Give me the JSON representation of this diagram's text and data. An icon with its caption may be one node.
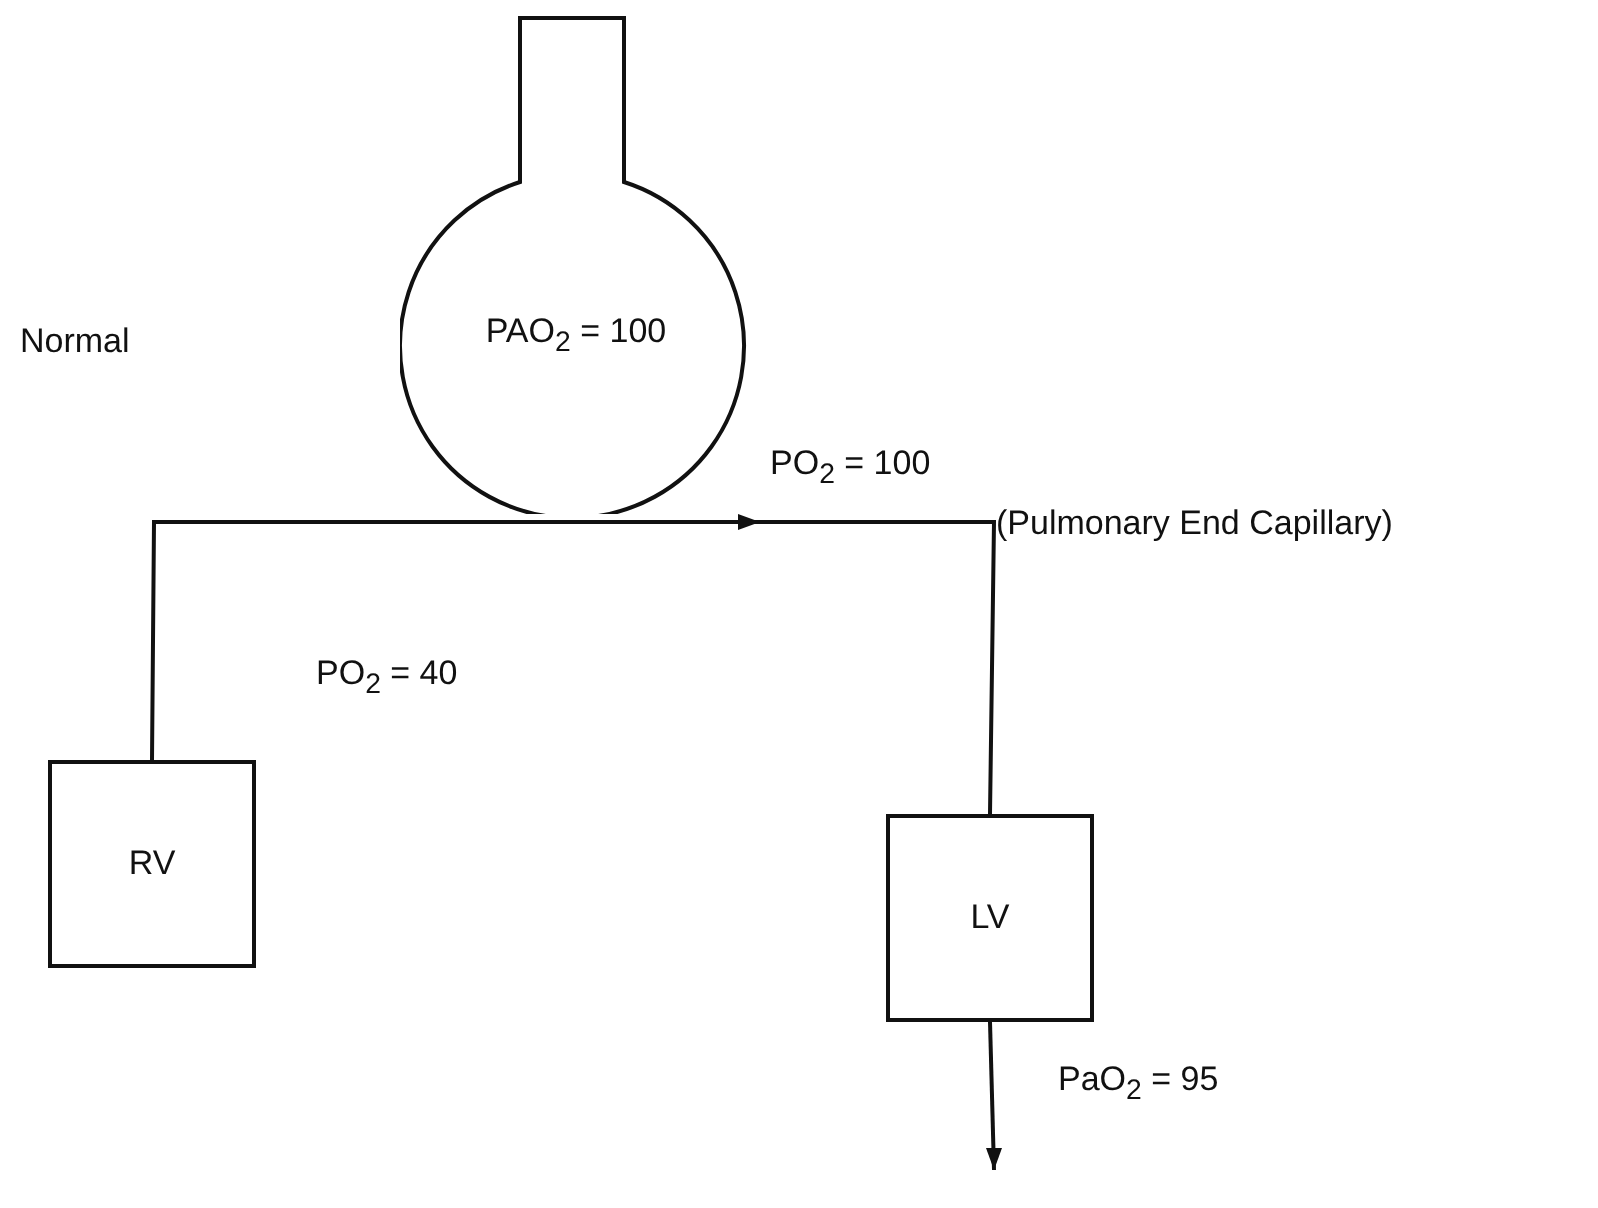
{
  "diagram": {
    "nodes": [
      {
        "text": [
          "PAO$_{2}$ = 100"
        ]
      },
      {
        "text": [
          "RV"
        ]
      },
      {
        "text": [
          "LV"
        ]
      }
    ],
    "edges": [
      {
        "from": 1,
        "to": 2,
        "arrow": "to"
      },
      {
        "from": 2,
        "to": null,
        "arrow": "to"
      }
    ],
    "labels": [
      "Normal",
      "PO$_{2}$ = 100",
      "(Pulmonary End Capillary)",
      "PO$_{2}$ = 40",
      "PaO$_{2}$ = 95"
    ]
  }
}
